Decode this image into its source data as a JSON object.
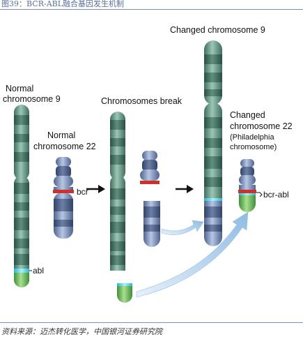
{
  "header": {
    "caption": "图39：BCR-ABL融合基因发生机制"
  },
  "footer": {
    "source": "资料来源：迈杰转化医学，中国银河证券研究院"
  },
  "diagram": {
    "normal_chr9_line1": "Normal",
    "normal_chr9_line2": "chromosome 9",
    "normal_chr22_line1": "Normal",
    "normal_chr22_line2": "chromosome 22",
    "chromosomes_break": "Chromosomes break",
    "changed_chr9": "Changed chromosome 9",
    "changed_chr22_line1": "Changed",
    "changed_chr22_line2": "chromosome 22",
    "changed_chr22_line3": "(Philadelphia",
    "changed_chr22_line4": "chromosome)",
    "bcr": "bcr",
    "abl": "abl",
    "bcr_abl": "bcr-abl"
  },
  "colors": {
    "chr9_green": "#5e9a86",
    "chr9_dark_band": "#3f6f62",
    "chr22_blue": "#7e95bf",
    "chr22_dark_band": "#4f6390",
    "bcr_red": "#d0302a",
    "abl_cyan": "#58d8ea",
    "abl_green": "#6cc05a",
    "arrow_light_blue": "#a8cbe8"
  }
}
